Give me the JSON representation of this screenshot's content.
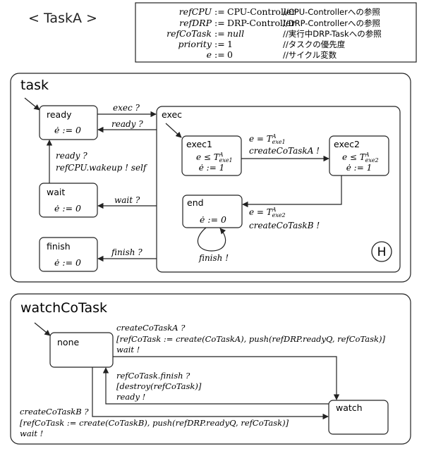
{
  "title": "< TaskA >",
  "variables": [
    {
      "name": "refCPU",
      "assign": ":=",
      "value": "CPU-Controller",
      "comment": "//CPU-Controllerへの参照"
    },
    {
      "name": "refDRP",
      "assign": ":=",
      "value": "DRP-Controller",
      "comment": "//DRP-Controllerへの参照"
    },
    {
      "name": "refCoTask",
      "assign": ":=",
      "value": "null",
      "comment": "//実行中DRP-Taskへの参照"
    },
    {
      "name": "priority",
      "assign": ":=",
      "value": "1",
      "comment": "//タスクの優先度"
    },
    {
      "name": "e",
      "assign": ":=",
      "value": "0",
      "comment": "//サイクル変数"
    }
  ],
  "task": {
    "label": "task",
    "states": {
      "ready": {
        "name": "ready",
        "eq": "ė := 0"
      },
      "wait": {
        "name": "wait",
        "eq": "ė := 0"
      },
      "finish": {
        "name": "finish",
        "eq": "ė := 0"
      },
      "exec": {
        "name": "exec"
      },
      "exec1": {
        "name": "exec1",
        "inv": "e ≤ T",
        "inv_sup": "A",
        "inv_sub": "exe1",
        "eq": "ė := 1"
      },
      "exec2": {
        "name": "exec2",
        "inv": "e ≤ T",
        "inv_sup": "A",
        "inv_sub": "exe2",
        "eq": "ė := 1"
      },
      "end": {
        "name": "end",
        "eq": "ė := 0"
      }
    },
    "transitions": {
      "exec_evt": "exec ?",
      "ready_evt": "ready ?",
      "wakeup_guard": "ready ?",
      "wakeup_action": "refCPU.wakeup ! self",
      "wait_evt": "wait ?",
      "finish_evt": "finish ?",
      "t1_guard": "e = T",
      "t1_sup": "A",
      "t1_sub": "exe1",
      "t1_action": "createCoTaskA !",
      "t2_guard": "e = T",
      "t2_sup": "A",
      "t2_sub": "exe2",
      "t2_action": "createCoTaskB !",
      "self_finish": "finish !"
    },
    "history": "H"
  },
  "watch": {
    "label": "watchCoTask",
    "states": {
      "none": "none",
      "watch": "watch"
    },
    "transitions": {
      "a_event": "createCoTaskA ?",
      "a_action_1": "[refCoTask := create(CoTaskA),  push(refDRP.readyQ, refCoTask)]",
      "a_action_2": "wait !",
      "f_event": "refCoTask.finish ?",
      "f_action_1": "[destroy(refCoTask)]",
      "f_action_2": "ready !",
      "b_event": "createCoTaskB ?",
      "b_action_1": "[refCoTask := create(CoTaskB),  push(refDRP.readyQ, refCoTask)]",
      "b_action_2": "wait !"
    }
  }
}
